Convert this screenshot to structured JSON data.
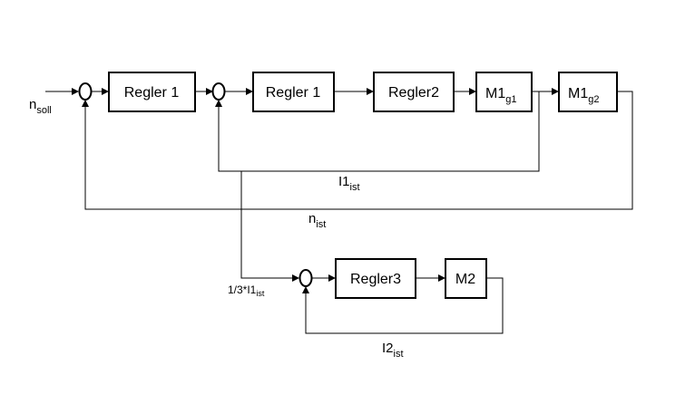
{
  "blocks": {
    "regler1a": "Regler 1",
    "regler1b": "Regler 1",
    "regler2": "Regler2",
    "m1g1": {
      "base": "M1",
      "sub": "g1"
    },
    "m1g2": {
      "base": "M1",
      "sub": "g2"
    },
    "regler3": "Regler3",
    "m2": "M2"
  },
  "signals": {
    "nsoll": {
      "base": "n",
      "sub": "soll"
    },
    "i1ist": {
      "base": "I1",
      "sub": "ist"
    },
    "nist": {
      "base": "n",
      "sub": "ist"
    },
    "i1ist_third": {
      "base": "1/3*I1",
      "sub": "ist"
    },
    "i2ist": {
      "base": "I2",
      "sub": "ist"
    }
  }
}
